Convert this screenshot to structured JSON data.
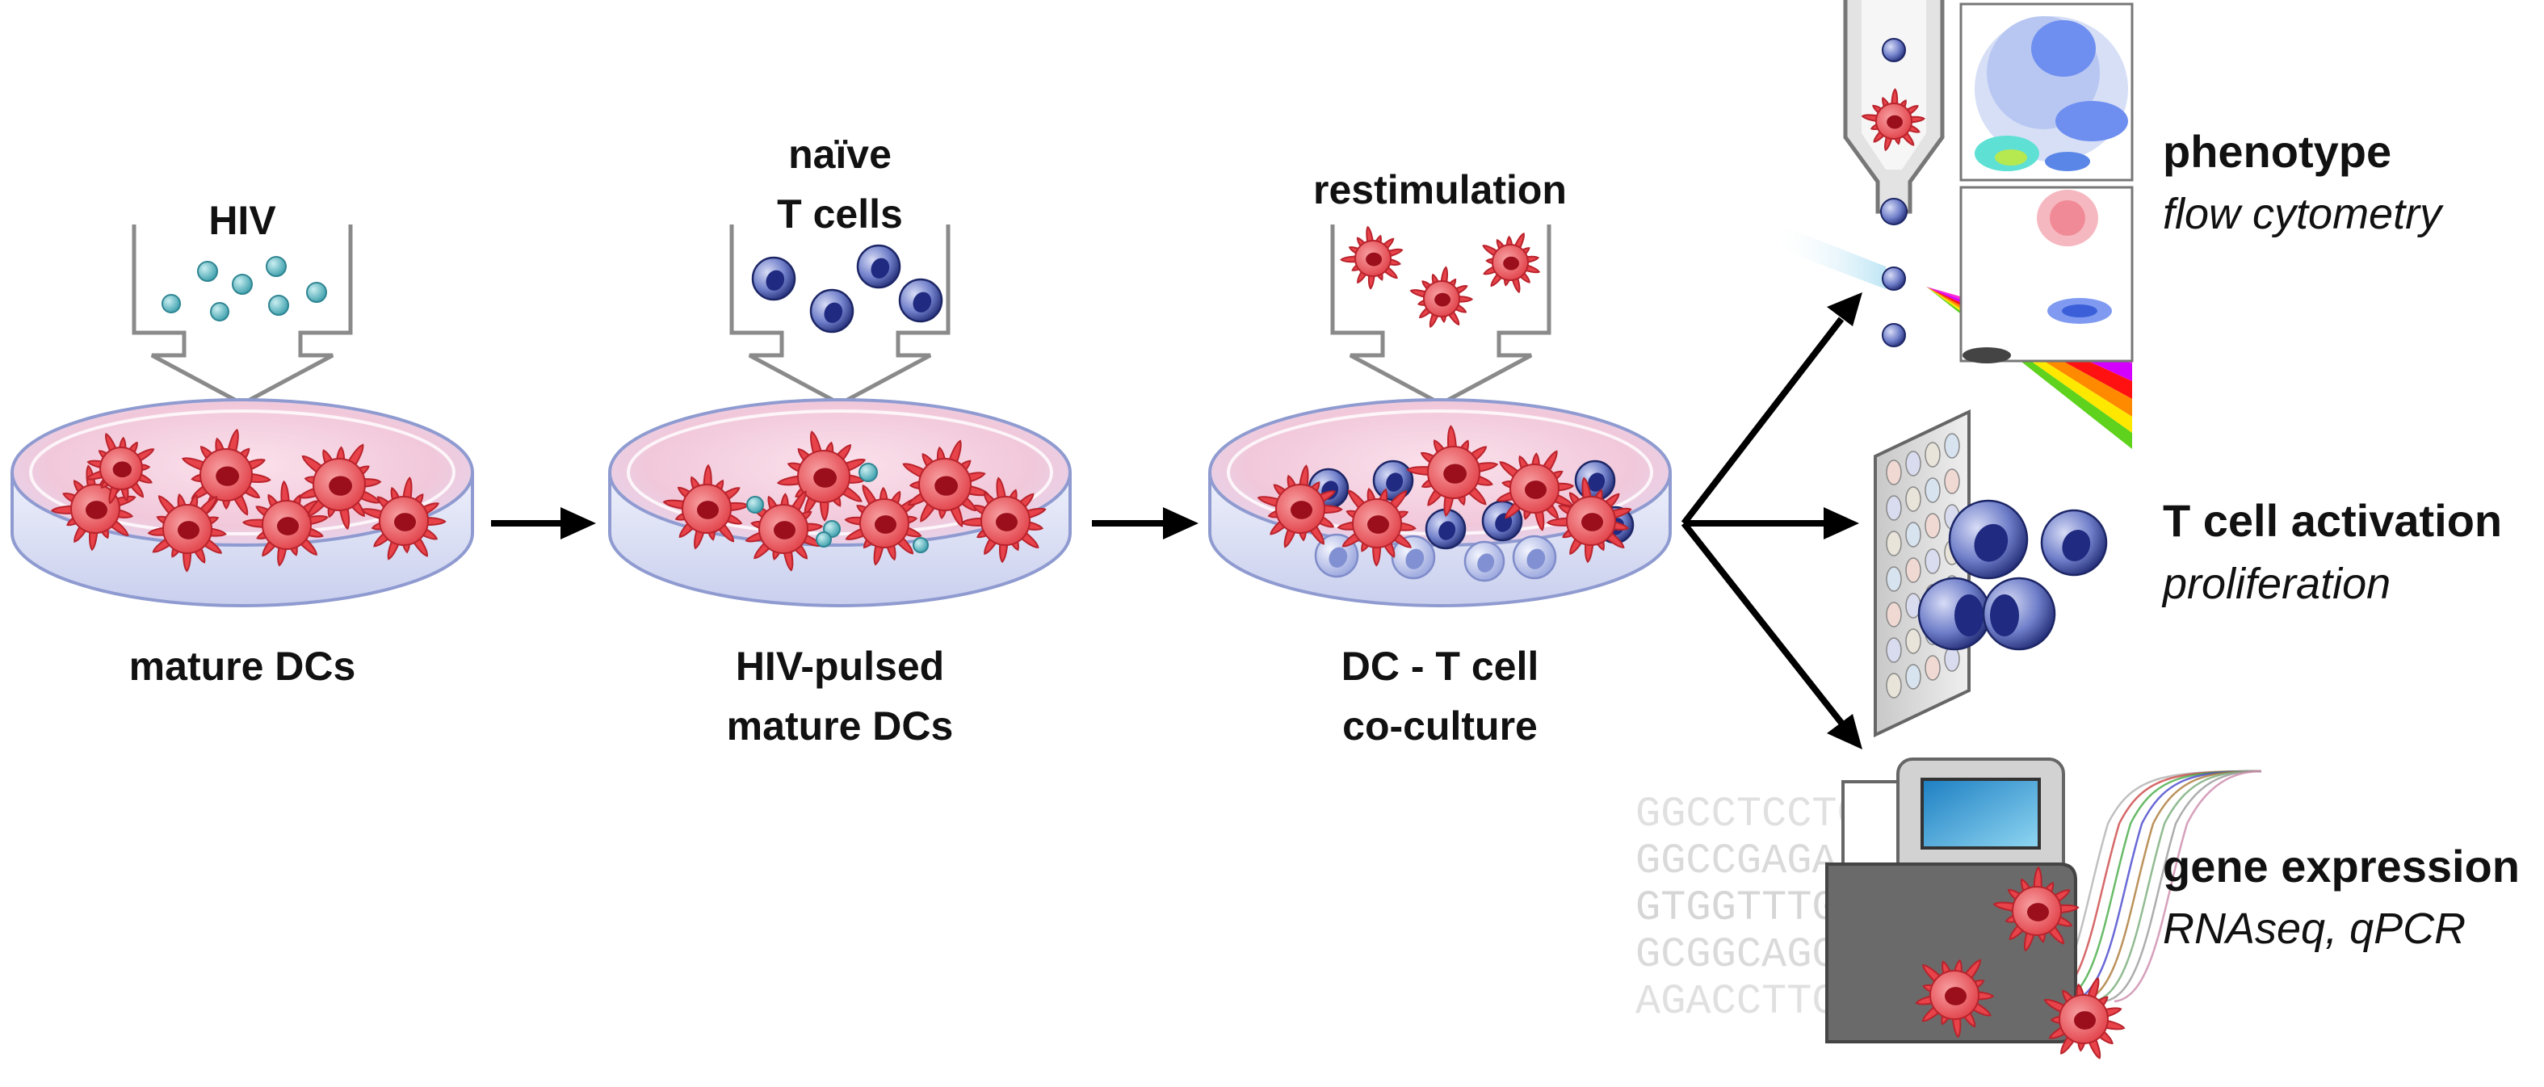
{
  "steps": [
    {
      "input_label": "HIV",
      "dish_label": "mature DCs"
    },
    {
      "input_label": [
        "naïve",
        "T cells"
      ],
      "dish_label": [
        "HIV-pulsed",
        "mature DCs"
      ]
    },
    {
      "input_label": "restimulation",
      "dish_label": [
        "DC - T cell",
        "co-culture"
      ]
    }
  ],
  "outputs": [
    {
      "title": "phenotype",
      "subtitle": "flow cytometry"
    },
    {
      "title": "T cell activation",
      "subtitle": "proliferation"
    },
    {
      "title": "gene expression",
      "subtitle": "RNAseq, qPCR"
    }
  ],
  "sequence_lines": [
    "GGCCTCCTC",
    "GGCCGAGA",
    "GTGGTTTGA",
    "GCGGCAGC",
    "AGACCTTC"
  ],
  "colors": {
    "dc_cell": "#e8434a",
    "dc_nucleus": "#9a0f1b",
    "t_cell": "#3f4fa8",
    "t_cell_light": "#aeb8e6",
    "virus": "#5fb9c2",
    "dish_rim": "#8f9bd0",
    "dish_liquid": "#f3c6d8",
    "funnel_stroke": "#8a8a8a",
    "arrow": "#000000"
  }
}
